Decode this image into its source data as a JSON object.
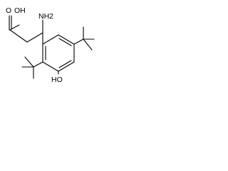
{
  "molecule": {
    "atoms": {
      "carboxyl_oh": "OH",
      "carbonyl_o": "O",
      "amine": "NH2",
      "phenol": "HO"
    }
  }
}
